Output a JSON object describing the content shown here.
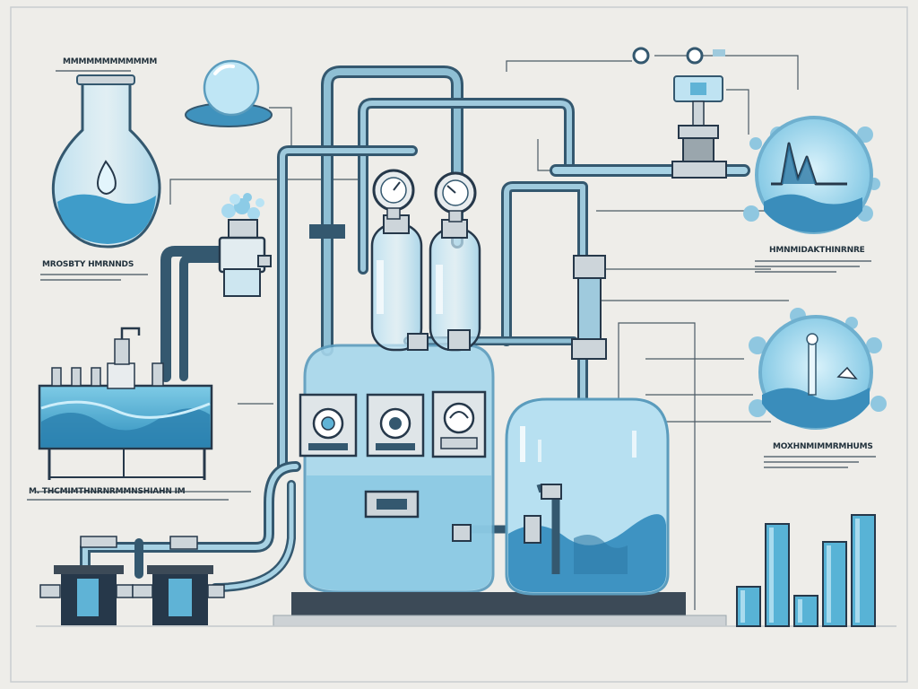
{
  "labels": {
    "flask_top": "MMMMMMMMMMMM",
    "flask_caption": "MROSBTY HMRNNDS",
    "tank_caption": "M. THCMIMTHNRNRMMNSHIAHN IM",
    "graph_caption": "HMNMIDAKTHINRNRE",
    "circle_caption": "MOXHNMIMMRMHUMS"
  },
  "colors": {
    "pipe": "#6f9fb6",
    "pipe_dark": "#34586f",
    "water": "#58b3d6",
    "water_light": "#a9dbee",
    "metal": "#cdd5da",
    "dark": "#26384a",
    "frame": "#9aa6ad"
  },
  "icons": [
    "flask-icon",
    "bulb-icon",
    "gauge-icon",
    "valve-icon",
    "pump-icon",
    "chart-icon",
    "droplet-icon",
    "tank-icon",
    "motor-icon"
  ],
  "chart_data": {
    "type": "bar",
    "values": [
      0.22,
      0.57,
      0.17,
      0.47,
      0.62
    ]
  }
}
